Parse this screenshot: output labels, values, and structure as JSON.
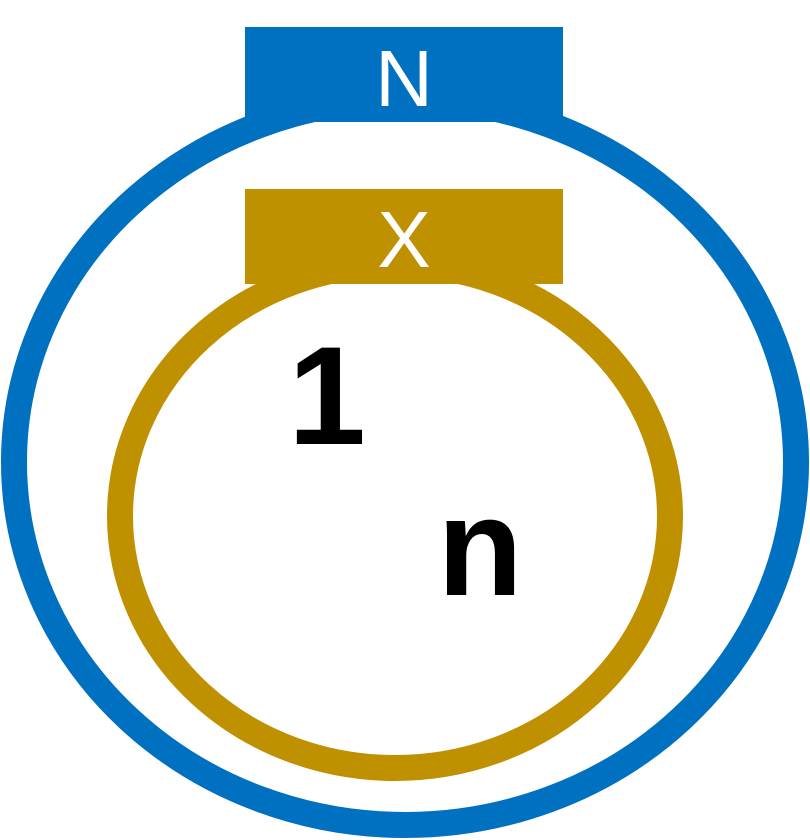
{
  "diagram": {
    "outer_set": {
      "label": "N",
      "color": "#0070C0"
    },
    "inner_set": {
      "label": "X",
      "color": "#BF9000"
    },
    "elements": {
      "first": "1",
      "second": "n"
    },
    "label_text_color": "#FFFFFF",
    "element_text_color": "#000000"
  }
}
